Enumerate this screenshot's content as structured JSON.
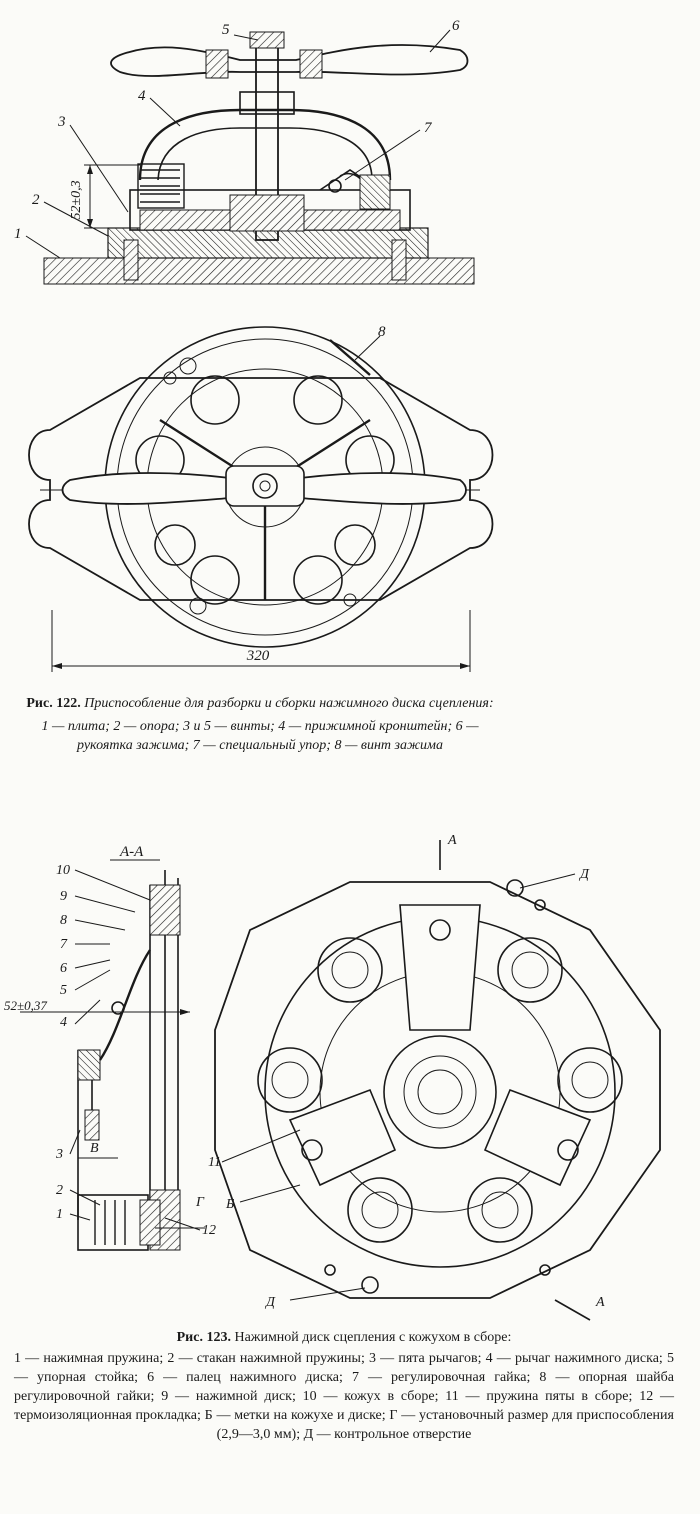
{
  "figure122": {
    "number": "Рис. 122.",
    "title": "Приспособление для разборки и сборки нажимного диска сцепления:",
    "legend": "1 — плита; 2 — опора; 3 и 5 — винты; 4 — прижимной кронштейн; 6 — рукоятка зажима; 7 — специальный упор; 8 — винт зажима",
    "dimension_height": "52±0,3",
    "dimension_width": "320",
    "callouts": [
      "1",
      "2",
      "3",
      "4",
      "5",
      "6",
      "7",
      "8"
    ]
  },
  "figure123": {
    "number": "Рис. 123.",
    "title": "Нажимной диск сцепления с кожухом в сборе:",
    "legend": "1 — нажимная пружина; 2 — стакан нажимной пружины; 3 — пята рычагов; 4 — рычаг нажимного диска; 5 — упорная стойка; 6 — палец нажимного диска; 7 — регулировочная гайка; 8 — опорная шайба регулировочной гайки; 9 — нажимной диск; 10 — кожух в сборе; 11 — пружина пяты в сборе; 12 — термоизоляционная прокладка; Б — метки на кожухе и диске; Г — установочный размер для приспособления (2,9—3,0 мм); Д — контрольное отверстие",
    "section_label": "А-А",
    "dimension_height": "52±0,37",
    "dimension_b": "В",
    "callouts": [
      "1",
      "2",
      "3",
      "4",
      "5",
      "6",
      "7",
      "8",
      "9",
      "10",
      "11",
      "12"
    ],
    "letter_marks": {
      "a": "А",
      "b": "Б",
      "g": "Г",
      "d": "Д"
    }
  }
}
